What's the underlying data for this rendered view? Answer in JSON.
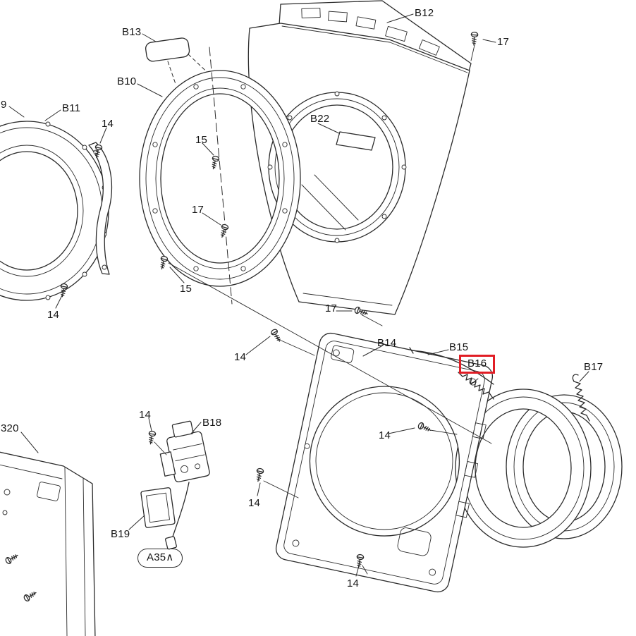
{
  "colors": {
    "paper": "#ffffff",
    "line": "#2b2b2b",
    "ink": "#141414",
    "highlight": "#e11d25"
  },
  "callouts": [
    {
      "id": "b12",
      "text": "B12"
    },
    {
      "id": "screw-17-top-right",
      "text": "17"
    },
    {
      "id": "b13",
      "text": "B13"
    },
    {
      "id": "b10",
      "text": "B10"
    },
    {
      "id": "b11",
      "text": "B11"
    },
    {
      "id": "edge-label-9",
      "text": "9"
    },
    {
      "id": "screw-14-hinge",
      "text": "14"
    },
    {
      "id": "screw-15-upper",
      "text": "15"
    },
    {
      "id": "b22",
      "text": "B22"
    },
    {
      "id": "screw-17-ring",
      "text": "17"
    },
    {
      "id": "screw-15-lower",
      "text": "15"
    },
    {
      "id": "screw-14-door",
      "text": "14"
    },
    {
      "id": "screw-17-cabinet",
      "text": "17"
    },
    {
      "id": "screw-14-panel-top",
      "text": "14"
    },
    {
      "id": "b14",
      "text": "B14"
    },
    {
      "id": "b15",
      "text": "B15"
    },
    {
      "id": "b16",
      "text": "B16",
      "highlighted": true
    },
    {
      "id": "b17",
      "text": "B17"
    },
    {
      "id": "screw-14-lock",
      "text": "14"
    },
    {
      "id": "b18",
      "text": "B18"
    },
    {
      "id": "screw-14-panel-mid",
      "text": "14"
    },
    {
      "id": "screw-14-panel-left",
      "text": "14"
    },
    {
      "id": "b19",
      "text": "B19"
    },
    {
      "id": "a35",
      "text": "A35∧"
    },
    {
      "id": "edge-label-320",
      "text": "320"
    },
    {
      "id": "screw-14-panel-bottom",
      "text": "14"
    }
  ]
}
